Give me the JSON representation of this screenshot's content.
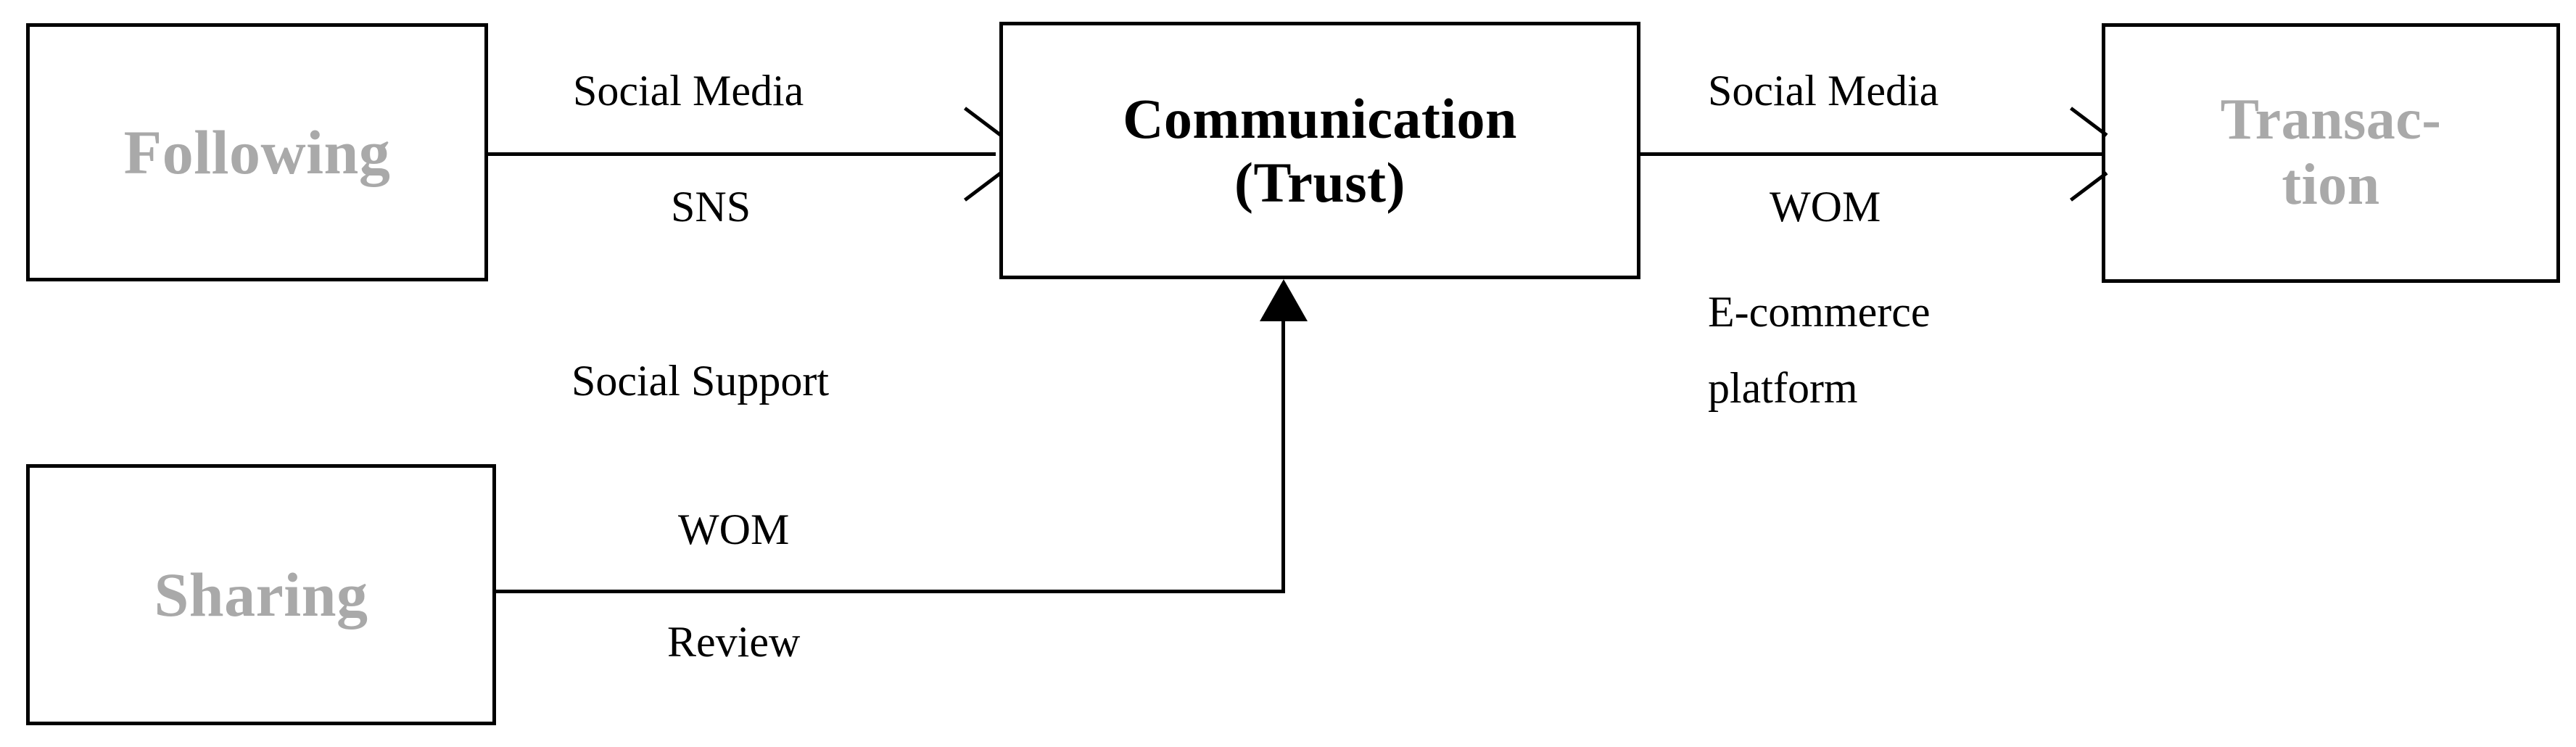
{
  "diagram": {
    "type": "flow-diagram",
    "background_color": "#ffffff",
    "line_color": "#000000",
    "muted_text_color": "#a9a9a9",
    "strong_text_color": "#000000",
    "nodes": [
      {
        "id": "following",
        "label": "Following",
        "emphasis": "muted"
      },
      {
        "id": "communication",
        "label_line1": "Communication",
        "label_line2": "(Trust)",
        "emphasis": "strong"
      },
      {
        "id": "transaction",
        "label_line1": "Transac-",
        "label_line2": "tion",
        "emphasis": "muted"
      },
      {
        "id": "sharing",
        "label": "Sharing",
        "emphasis": "muted"
      }
    ],
    "edges": [
      {
        "id": "following-to-communication",
        "from": "following",
        "to": "communication",
        "arrowhead": "open",
        "labels_above": [
          "Social Media"
        ],
        "labels_below": [
          "SNS"
        ]
      },
      {
        "id": "communication-to-transaction",
        "from": "communication",
        "to": "transaction",
        "arrowhead": "open",
        "labels_above": [
          "Social Media"
        ],
        "labels_below": [
          "WOM",
          "E-commerce",
          "platform"
        ]
      },
      {
        "id": "sharing-to-communication",
        "from": "sharing",
        "to": "communication",
        "arrowhead": "solid",
        "labels_above": [
          "Social Support",
          "WOM"
        ],
        "labels_below": [
          "Review"
        ]
      }
    ],
    "labels": {
      "social_media_1": "Social Media",
      "sns": "SNS",
      "social_media_2": "Social Media",
      "wom_right": "WOM",
      "ecommerce": "E-commerce",
      "platform": "platform",
      "social_support": "Social Support",
      "wom_bottom": "WOM",
      "review": "Review"
    }
  }
}
